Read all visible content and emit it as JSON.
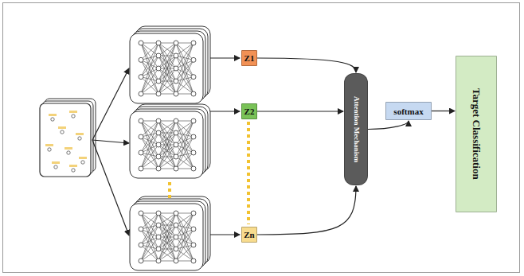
{
  "diagram": {
    "nodes": [
      {
        "text": [
          "Z1"
        ]
      },
      {
        "text": [
          "Z2"
        ]
      },
      {
        "text": [
          "Zn"
        ]
      },
      {
        "text": [
          "Attention Mechanism"
        ]
      },
      {
        "text": [
          "softmax"
        ]
      },
      {
        "text": [
          "Target Classification"
        ]
      }
    ],
    "edges": [
      {
        "from": 0,
        "to": 3,
        "arrow": "to"
      },
      {
        "from": 1,
        "to": 3,
        "arrow": "to"
      },
      {
        "from": 2,
        "to": 3,
        "arrow": "to"
      },
      {
        "from": 3,
        "to": 4,
        "arrow": "to"
      },
      {
        "from": 4,
        "to": 5,
        "arrow": "to"
      }
    ]
  }
}
